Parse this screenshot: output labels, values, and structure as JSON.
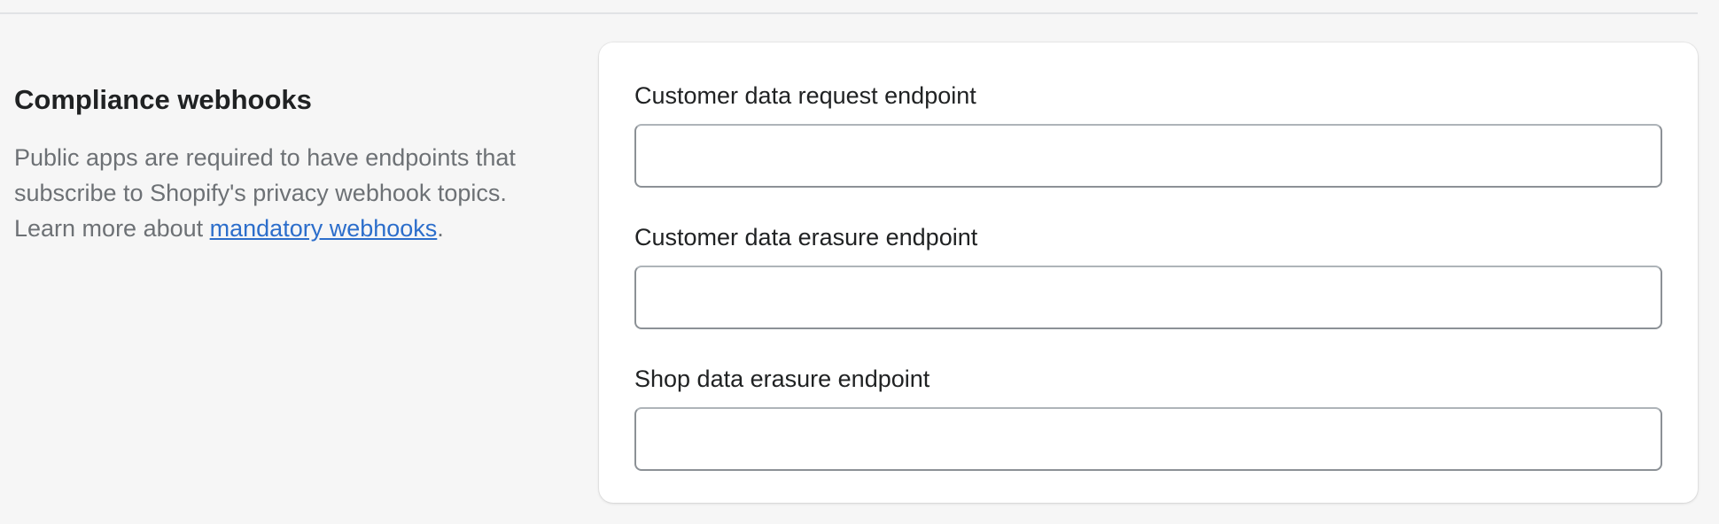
{
  "section": {
    "title": "Compliance webhooks",
    "description_prefix": "Public apps are required to have endpoints that subscribe to Shopify's privacy webhook topics. Learn more about ",
    "link_text": "mandatory webhooks",
    "description_suffix": "."
  },
  "fields": [
    {
      "label": "Customer data request endpoint",
      "value": "",
      "placeholder": ""
    },
    {
      "label": "Customer data erasure endpoint",
      "value": "",
      "placeholder": ""
    },
    {
      "label": "Shop data erasure endpoint",
      "value": "",
      "placeholder": ""
    }
  ],
  "colors": {
    "background": "#f6f6f6",
    "card": "#ffffff",
    "link": "#2c6ecb",
    "muted_text": "#6d7175",
    "input_border": "#8c9196"
  }
}
